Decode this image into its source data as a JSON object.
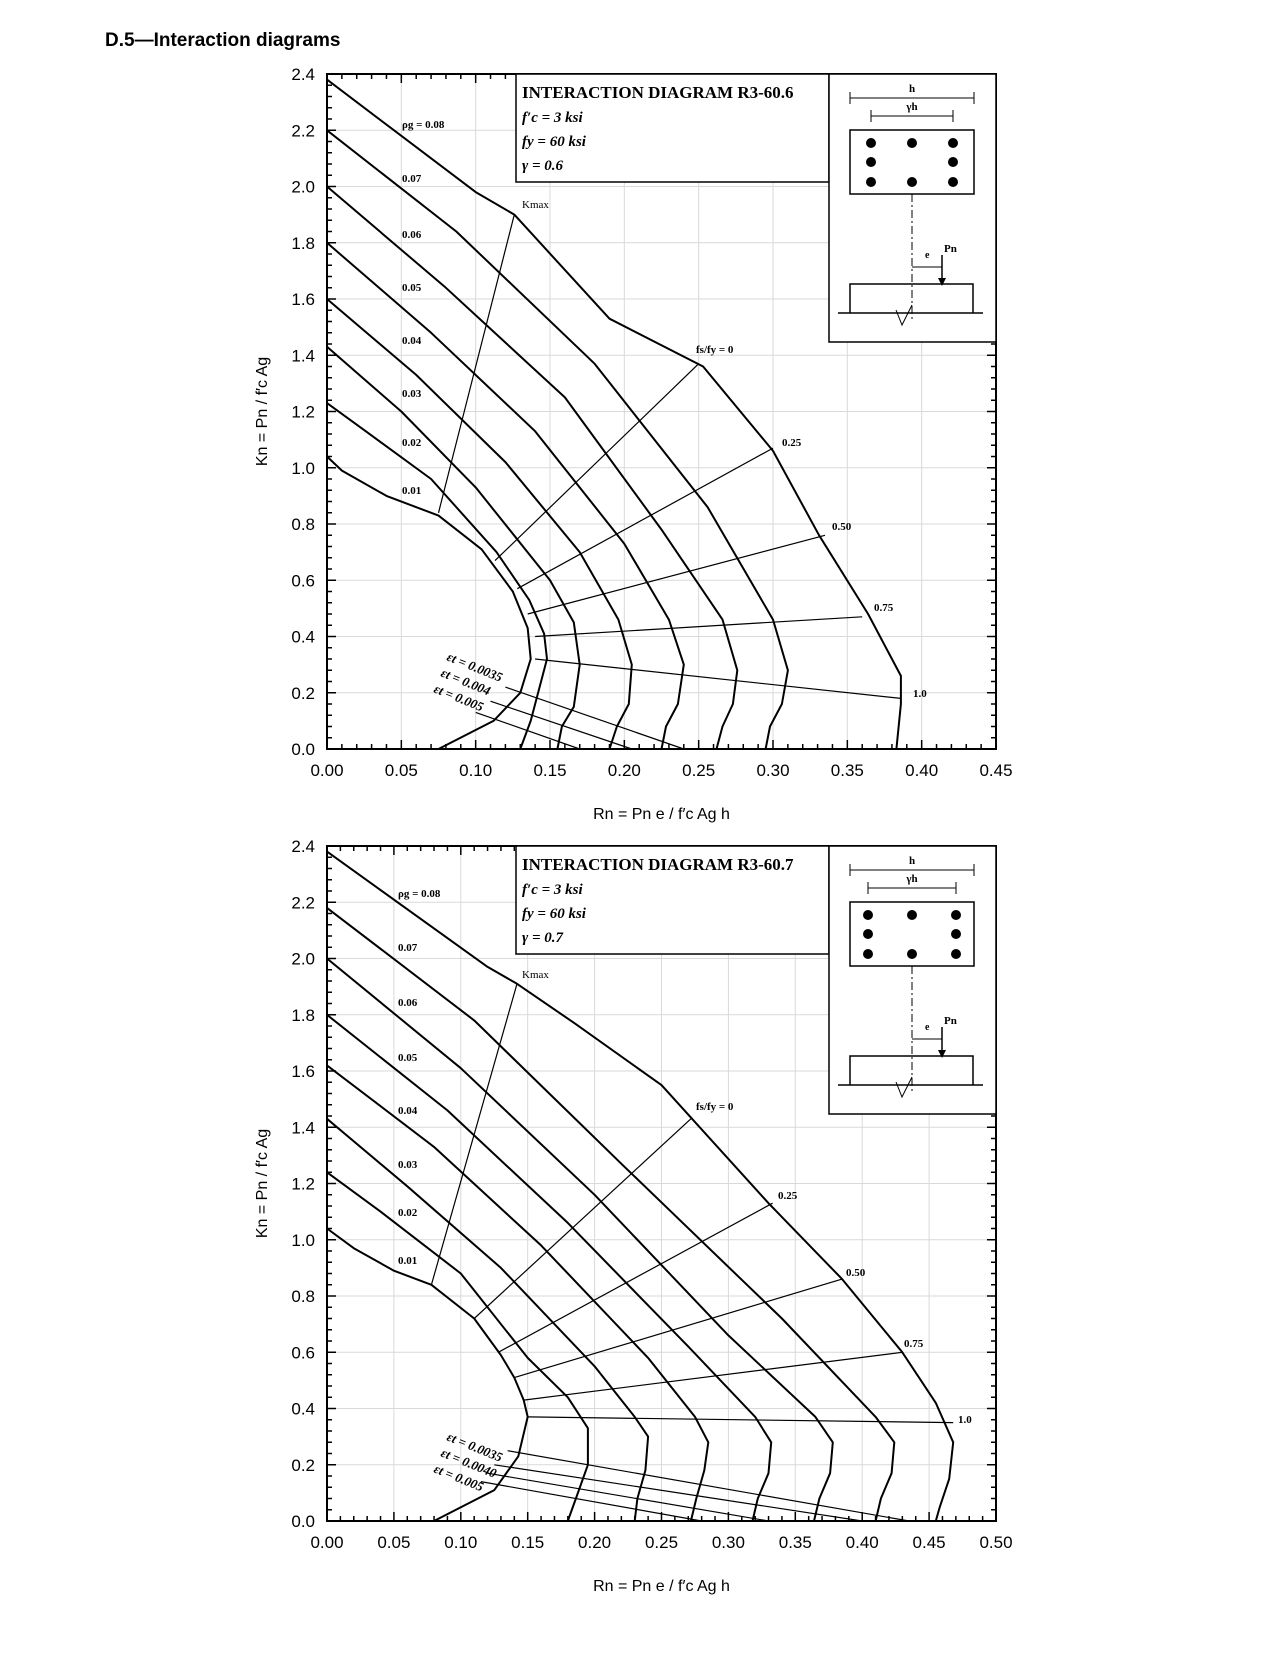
{
  "section_title": "D.5—Interaction diagrams",
  "chart_data": [
    {
      "type": "line",
      "title_lines": [
        "INTERACTION DIAGRAM R3-60.6",
        "f′c = 3 ksi",
        "fy = 60 ksi",
        "γ = 0.6"
      ],
      "xlabel": "Rn = Pn e / f′c Ag h",
      "ylabel": "Kn = Pn / f′c Ag",
      "xlim": [
        0,
        0.45
      ],
      "ylim": [
        0,
        2.4
      ],
      "x_ticks": [
        "0.00",
        "0.05",
        "0.10",
        "0.15",
        "0.20",
        "0.25",
        "0.30",
        "0.35",
        "0.40",
        "0.45"
      ],
      "y_ticks": [
        "0.0",
        "0.2",
        "0.4",
        "0.6",
        "0.8",
        "1.0",
        "1.2",
        "1.4",
        "1.6",
        "1.8",
        "2.0",
        "2.2",
        "2.4"
      ],
      "grid": true,
      "rho_labels": [
        "ρg = 0.08",
        "0.07",
        "0.06",
        "0.05",
        "0.04",
        "0.03",
        "0.02",
        "0.01"
      ],
      "series": [
        {
          "name": "0.01",
          "points": [
            [
              0,
              1.04
            ],
            [
              0.01,
              0.99
            ],
            [
              0.04,
              0.9
            ],
            [
              0.075,
              0.83
            ],
            [
              0.104,
              0.71
            ],
            [
              0.125,
              0.56
            ],
            [
              0.135,
              0.43
            ],
            [
              0.137,
              0.32
            ],
            [
              0.13,
              0.2
            ],
            [
              0.112,
              0.1
            ],
            [
              0.075,
              0
            ]
          ]
        },
        {
          "name": "0.02",
          "points": [
            [
              0,
              1.23
            ],
            [
              0.026,
              1.13
            ],
            [
              0.07,
              0.96
            ],
            [
              0.114,
              0.7
            ],
            [
              0.136,
              0.53
            ],
            [
              0.146,
              0.41
            ],
            [
              0.148,
              0.32
            ],
            [
              0.142,
              0.2
            ],
            [
              0.137,
              0.1
            ],
            [
              0.13,
              0
            ]
          ]
        },
        {
          "name": "0.03",
          "points": [
            [
              0,
              1.43
            ],
            [
              0.05,
              1.2
            ],
            [
              0.1,
              0.93
            ],
            [
              0.15,
              0.6
            ],
            [
              0.166,
              0.45
            ],
            [
              0.17,
              0.3
            ],
            [
              0.166,
              0.15
            ],
            [
              0.158,
              0.08
            ],
            [
              0.155,
              0
            ]
          ]
        },
        {
          "name": "0.04",
          "points": [
            [
              0,
              1.6
            ],
            [
              0.06,
              1.33
            ],
            [
              0.12,
              1.02
            ],
            [
              0.17,
              0.7
            ],
            [
              0.196,
              0.46
            ],
            [
              0.205,
              0.3
            ],
            [
              0.203,
              0.16
            ],
            [
              0.195,
              0.08
            ],
            [
              0.19,
              0
            ]
          ]
        },
        {
          "name": "0.05",
          "points": [
            [
              0,
              1.8
            ],
            [
              0.07,
              1.48
            ],
            [
              0.14,
              1.13
            ],
            [
              0.2,
              0.73
            ],
            [
              0.23,
              0.46
            ],
            [
              0.24,
              0.3
            ],
            [
              0.236,
              0.16
            ],
            [
              0.228,
              0.08
            ],
            [
              0.225,
              0
            ]
          ]
        },
        {
          "name": "0.06",
          "points": [
            [
              0,
              2.0
            ],
            [
              0.08,
              1.64
            ],
            [
              0.16,
              1.25
            ],
            [
              0.225,
              0.78
            ],
            [
              0.266,
              0.46
            ],
            [
              0.276,
              0.28
            ],
            [
              0.273,
              0.16
            ],
            [
              0.266,
              0.08
            ],
            [
              0.262,
              0
            ]
          ]
        },
        {
          "name": "0.07",
          "points": [
            [
              0,
              2.2
            ],
            [
              0.087,
              1.84
            ],
            [
              0.18,
              1.37
            ],
            [
              0.256,
              0.86
            ],
            [
              0.3,
              0.46
            ],
            [
              0.31,
              0.28
            ],
            [
              0.306,
              0.16
            ],
            [
              0.298,
              0.08
            ],
            [
              0.295,
              0
            ]
          ]
        },
        {
          "name": "0.08",
          "points": [
            [
              0,
              2.38
            ],
            [
              0.1,
              1.98
            ],
            [
              0.126,
              1.9
            ],
            [
              0.19,
              1.53
            ],
            [
              0.253,
              1.36
            ],
            [
              0.3,
              1.06
            ],
            [
              0.331,
              0.76
            ],
            [
              0.364,
              0.48
            ],
            [
              0.386,
              0.26
            ],
            [
              0.386,
              0.16
            ],
            [
              0.383,
              0
            ]
          ]
        }
      ],
      "kmax_label": "Kmax",
      "kmax_points": [
        [
          0.075,
          0.84
        ],
        [
          0.126,
          1.9
        ]
      ],
      "fs_lines": [
        {
          "label": "fs/fy = 0",
          "points": [
            [
              0.113,
              0.67
            ],
            [
              0.25,
              1.37
            ]
          ]
        },
        {
          "label": "0.25",
          "points": [
            [
              0.128,
              0.57
            ],
            [
              0.3,
              1.07
            ]
          ]
        },
        {
          "label": "0.50",
          "points": [
            [
              0.135,
              0.48
            ],
            [
              0.335,
              0.76
            ]
          ]
        },
        {
          "label": "0.75",
          "points": [
            [
              0.14,
              0.4
            ],
            [
              0.36,
              0.47
            ]
          ]
        },
        {
          "label": "1.0",
          "points": [
            [
              0.14,
              0.32
            ],
            [
              0.386,
              0.18
            ]
          ]
        }
      ],
      "strain_labels": [
        "εt = 0.0035",
        "εt = 0.004",
        "εt = 0.005"
      ],
      "strain_lines": [
        [
          [
            0.12,
            0.22
          ],
          [
            0.24,
            0.0
          ]
        ],
        [
          [
            0.11,
            0.17
          ],
          [
            0.205,
            0.0
          ]
        ],
        [
          [
            0.1,
            0.13
          ],
          [
            0.17,
            0.0
          ]
        ]
      ],
      "inset_labels": [
        "h",
        "γh",
        "e",
        "Pn"
      ]
    },
    {
      "type": "line",
      "title_lines": [
        "INTERACTION DIAGRAM R3-60.7",
        "f′c = 3 ksi",
        "fy = 60 ksi",
        "γ = 0.7"
      ],
      "xlabel": "Rn = Pn e / f′c Ag h",
      "ylabel": "Kn = Pn / f′c Ag",
      "xlim": [
        0,
        0.5
      ],
      "ylim": [
        0,
        2.4
      ],
      "x_ticks": [
        "0.00",
        "0.05",
        "0.10",
        "0.15",
        "0.20",
        "0.25",
        "0.30",
        "0.35",
        "0.40",
        "0.45",
        "0.50"
      ],
      "y_ticks": [
        "0.0",
        "0.2",
        "0.4",
        "0.6",
        "0.8",
        "1.0",
        "1.2",
        "1.4",
        "1.6",
        "1.8",
        "2.0",
        "2.2",
        "2.4"
      ],
      "grid": true,
      "rho_labels": [
        "ρg = 0.08",
        "0.07",
        "0.06",
        "0.05",
        "0.04",
        "0.03",
        "0.02",
        "0.01"
      ],
      "series": [
        {
          "name": "0.01",
          "points": [
            [
              0,
              1.04
            ],
            [
              0.02,
              0.97
            ],
            [
              0.05,
              0.89
            ],
            [
              0.078,
              0.84
            ],
            [
              0.11,
              0.72
            ],
            [
              0.13,
              0.59
            ],
            [
              0.14,
              0.51
            ],
            [
              0.147,
              0.43
            ],
            [
              0.15,
              0.37
            ],
            [
              0.143,
              0.23
            ],
            [
              0.125,
              0.11
            ],
            [
              0.08,
              0
            ]
          ]
        },
        {
          "name": "0.02",
          "points": [
            [
              0,
              1.24
            ],
            [
              0.04,
              1.1
            ],
            [
              0.1,
              0.88
            ],
            [
              0.15,
              0.58
            ],
            [
              0.18,
              0.44
            ],
            [
              0.195,
              0.33
            ],
            [
              0.195,
              0.2
            ],
            [
              0.186,
              0.08
            ],
            [
              0.18,
              0
            ]
          ]
        },
        {
          "name": "0.03",
          "points": [
            [
              0,
              1.43
            ],
            [
              0.06,
              1.19
            ],
            [
              0.13,
              0.9
            ],
            [
              0.2,
              0.55
            ],
            [
              0.23,
              0.37
            ],
            [
              0.24,
              0.3
            ],
            [
              0.238,
              0.18
            ],
            [
              0.232,
              0.08
            ],
            [
              0.23,
              0
            ]
          ]
        },
        {
          "name": "0.04",
          "points": [
            [
              0,
              1.62
            ],
            [
              0.08,
              1.33
            ],
            [
              0.16,
              0.98
            ],
            [
              0.24,
              0.58
            ],
            [
              0.275,
              0.37
            ],
            [
              0.285,
              0.28
            ],
            [
              0.282,
              0.18
            ],
            [
              0.276,
              0.08
            ],
            [
              0.272,
              0
            ]
          ]
        },
        {
          "name": "0.05",
          "points": [
            [
              0,
              1.8
            ],
            [
              0.09,
              1.46
            ],
            [
              0.18,
              1.06
            ],
            [
              0.27,
              0.62
            ],
            [
              0.32,
              0.37
            ],
            [
              0.332,
              0.28
            ],
            [
              0.33,
              0.17
            ],
            [
              0.322,
              0.08
            ],
            [
              0.318,
              0
            ]
          ]
        },
        {
          "name": "0.06",
          "points": [
            [
              0,
              2.0
            ],
            [
              0.1,
              1.61
            ],
            [
              0.2,
              1.16
            ],
            [
              0.3,
              0.66
            ],
            [
              0.365,
              0.37
            ],
            [
              0.378,
              0.28
            ],
            [
              0.376,
              0.17
            ],
            [
              0.368,
              0.08
            ],
            [
              0.364,
              0
            ]
          ]
        },
        {
          "name": "0.07",
          "points": [
            [
              0,
              2.18
            ],
            [
              0.11,
              1.78
            ],
            [
              0.22,
              1.27
            ],
            [
              0.34,
              0.72
            ],
            [
              0.41,
              0.37
            ],
            [
              0.424,
              0.28
            ],
            [
              0.422,
              0.17
            ],
            [
              0.414,
              0.08
            ],
            [
              0.41,
              0
            ]
          ]
        },
        {
          "name": "0.08",
          "points": [
            [
              0,
              2.38
            ],
            [
              0.12,
              1.97
            ],
            [
              0.142,
              1.91
            ],
            [
              0.185,
              1.77
            ],
            [
              0.25,
              1.55
            ],
            [
              0.33,
              1.13
            ],
            [
              0.385,
              0.86
            ],
            [
              0.43,
              0.6
            ],
            [
              0.455,
              0.42
            ],
            [
              0.468,
              0.28
            ],
            [
              0.465,
              0.15
            ],
            [
              0.458,
              0.05
            ],
            [
              0.455,
              0
            ]
          ]
        }
      ],
      "kmax_label": "Kmax",
      "kmax_points": [
        [
          0.078,
          0.84
        ],
        [
          0.142,
          1.91
        ]
      ],
      "fs_lines": [
        {
          "label": "fs/fy = 0",
          "points": [
            [
              0.11,
              0.72
            ],
            [
              0.272,
              1.43
            ]
          ]
        },
        {
          "label": "0.25",
          "points": [
            [
              0.128,
              0.6
            ],
            [
              0.333,
              1.13
            ]
          ]
        },
        {
          "label": "0.50",
          "points": [
            [
              0.14,
              0.51
            ],
            [
              0.385,
              0.86
            ]
          ]
        },
        {
          "label": "0.75",
          "points": [
            [
              0.147,
              0.43
            ],
            [
              0.43,
              0.6
            ]
          ]
        },
        {
          "label": "1.0",
          "points": [
            [
              0.15,
              0.37
            ],
            [
              0.468,
              0.35
            ]
          ]
        }
      ],
      "strain_labels": [
        "εt = 0.0035",
        "εt = 0.0040",
        "εt = 0.005"
      ],
      "strain_lines": [
        [
          [
            0.135,
            0.25
          ],
          [
            0.435,
            0.0
          ]
        ],
        [
          [
            0.125,
            0.2
          ],
          [
            0.4,
            0.0
          ]
        ],
        [
          [
            0.12,
            0.17
          ],
          [
            0.33,
            0.0
          ]
        ],
        [
          [
            0.115,
            0.14
          ],
          [
            0.28,
            0.0
          ]
        ]
      ],
      "inset_labels": [
        "h",
        "γh",
        "e",
        "Pn"
      ]
    }
  ]
}
